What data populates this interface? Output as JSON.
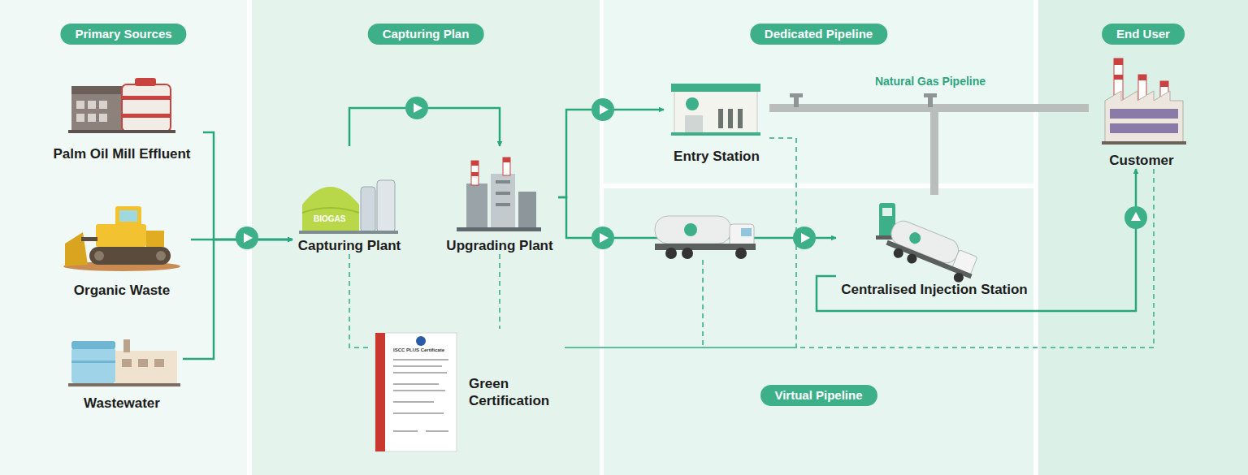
{
  "diagram": {
    "nodes": [
      {
        "text": [
          "Primary Sources"
        ]
      },
      {
        "text": [
          "Palm Oil Mill Effluent"
        ],
        "in": 0
      },
      {
        "text": [
          "Organic Waste"
        ],
        "in": 0
      },
      {
        "text": [
          "Wastewater"
        ],
        "in": 0
      },
      {
        "text": [
          "Capturing Plan"
        ]
      },
      {
        "text": [
          "Capturing Plant"
        ],
        "in": 4
      },
      {
        "text": [
          "Upgrading Plant"
        ],
        "in": 4
      },
      {
        "text": [
          "Green Certification"
        ],
        "in": 4
      },
      {
        "text": [
          "Dedicated Pipeline"
        ]
      },
      {
        "text": [
          "Entry Station"
        ],
        "in": 8
      },
      {
        "text": [
          "Virtual Pipeline"
        ]
      },
      {
        "text": [
          "Centralised Injection Station"
        ],
        "in": 10
      },
      {
        "text": [
          "End User"
        ]
      },
      {
        "text": [
          "Customer"
        ],
        "in": 12
      }
    ],
    "edges": [
      {
        "from": 1,
        "to": 5,
        "arrow": "to"
      },
      {
        "from": 2,
        "to": 5,
        "arrow": "to"
      },
      {
        "from": 3,
        "to": 5,
        "arrow": "to"
      },
      {
        "from": 5,
        "to": 6,
        "arrow": "to"
      },
      {
        "from": 6,
        "to": 9,
        "arrow": "to"
      },
      {
        "from": 6,
        "to": 11,
        "arrow": "to"
      },
      {
        "from": 9,
        "to": 13,
        "label": "Natural Gas Pipeline",
        "arrow": "none"
      },
      {
        "from": 11,
        "to": 13,
        "arrow": "none"
      },
      {
        "from": 11,
        "to": 13,
        "arrow": "to"
      },
      {
        "from": 5,
        "to": 7,
        "arrow": "none"
      },
      {
        "from": 6,
        "to": 7,
        "arrow": "none"
      },
      {
        "from": 9,
        "to": 7,
        "arrow": "none"
      },
      {
        "from": 13,
        "to": 7,
        "arrow": "none"
      }
    ],
    "labels": [
      "BIOGAS",
      "ISCC PLUS Certificate"
    ]
  }
}
